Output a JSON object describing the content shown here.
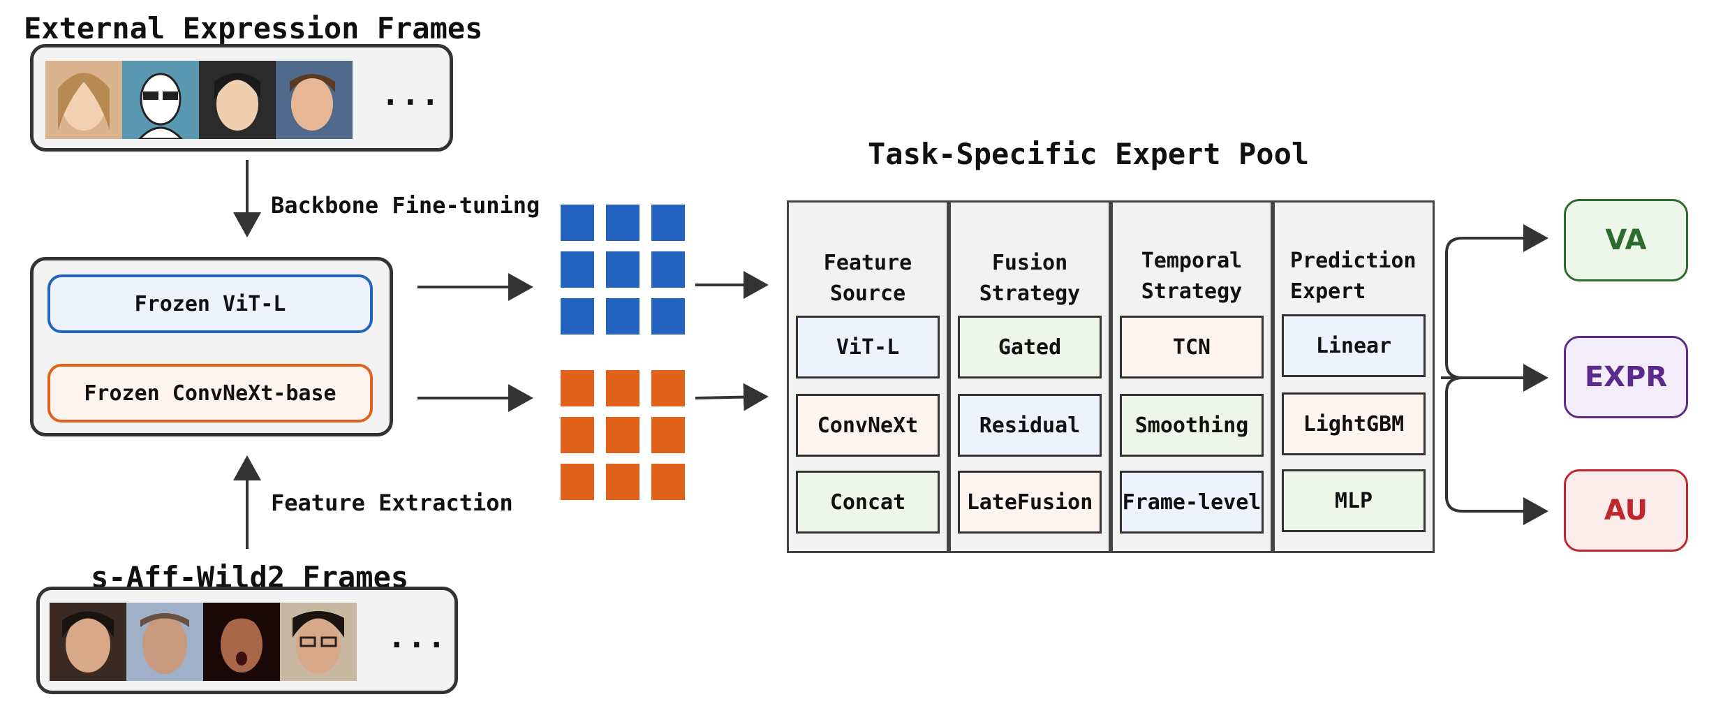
{
  "external": {
    "title": "External Expression Frames",
    "ellipsis": "..."
  },
  "saff": {
    "title": "s-Aff-Wild2 Frames",
    "ellipsis": "..."
  },
  "arrows": {
    "finetune_label": "Backbone Fine-tuning",
    "extract_label": "Feature Extraction"
  },
  "backbones": {
    "vit": "Frozen ViT-L",
    "convnext": "Frozen ConvNeXt-base"
  },
  "pool": {
    "title": "Task-Specific Expert Pool",
    "columns": [
      {
        "header": "Feature\nSource",
        "cells": [
          "ViT-L",
          "ConvNeXt",
          "Concat"
        ]
      },
      {
        "header": "Fusion\nStrategy",
        "cells": [
          "Gated",
          "Residual",
          "LateFusion"
        ]
      },
      {
        "header": "Temporal\nStrategy",
        "cells": [
          "TCN",
          "Smoothing",
          "Frame-level"
        ]
      },
      {
        "header": "Prediction\nExpert",
        "cells": [
          "Linear",
          "LightGBM",
          "MLP"
        ]
      }
    ]
  },
  "outputs": {
    "va": "VA",
    "expr": "EXPR",
    "au": "AU"
  },
  "colors": {
    "blue": "#2563c0",
    "orange": "#e0611a",
    "green_border": "#2e6b2e",
    "purple_border": "#5b2a8a",
    "red_border": "#c0272d",
    "light_blue": "#eef3fb",
    "light_orange": "#fdf4ef",
    "light_green": "#eef6ea"
  }
}
